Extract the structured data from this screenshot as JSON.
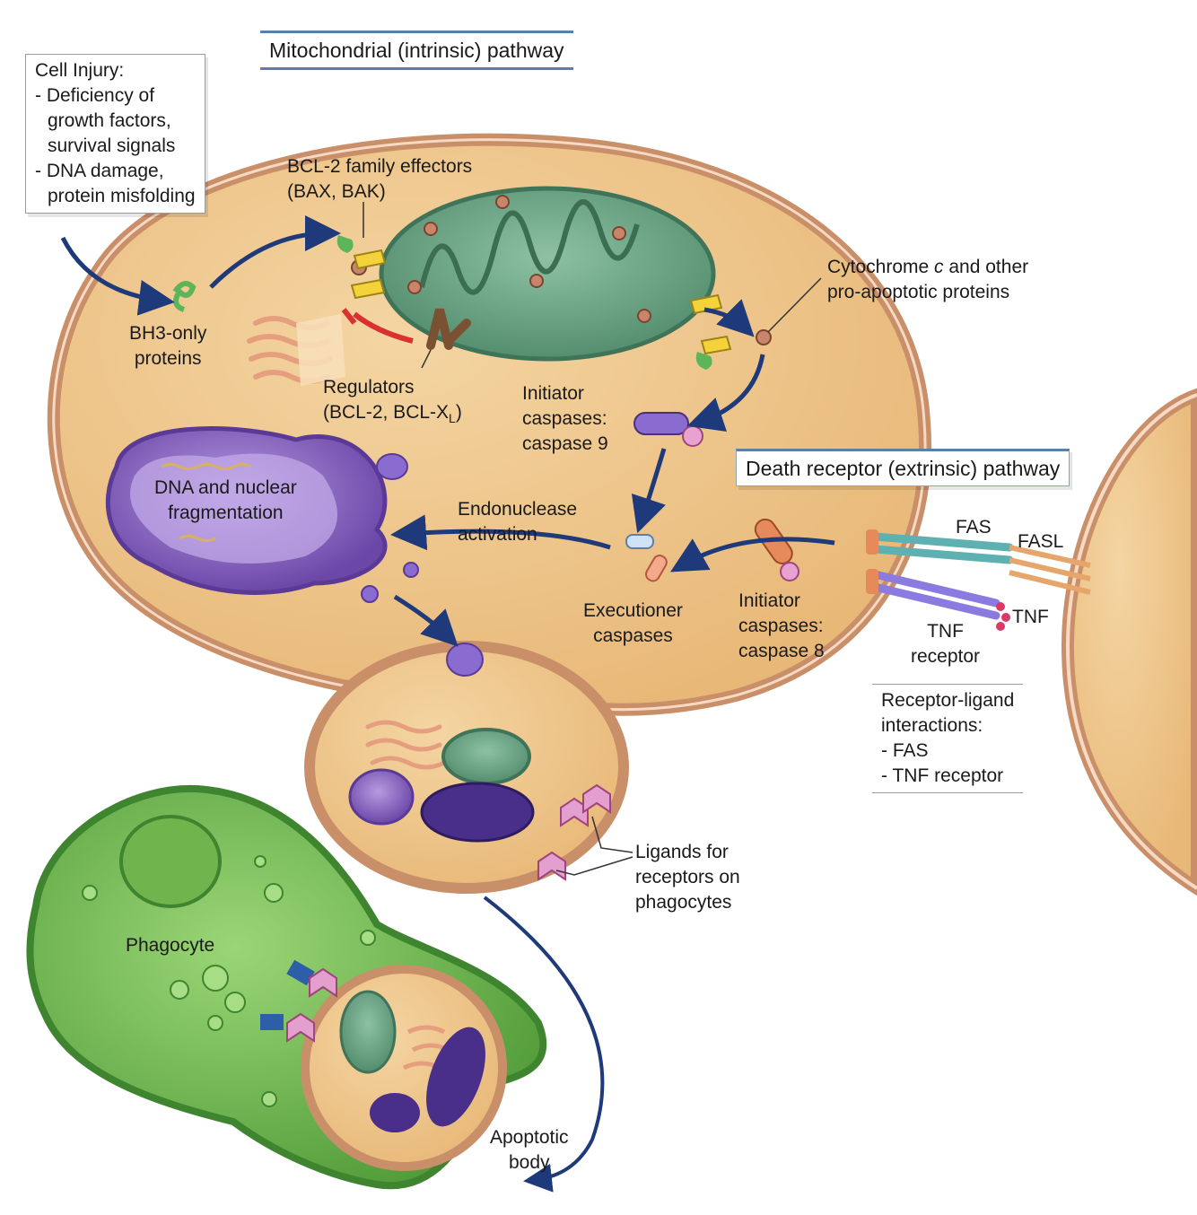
{
  "titles": {
    "intrinsic": "Mitochondrial (intrinsic) pathway",
    "extrinsic": "Death receptor (extrinsic) pathway"
  },
  "cell_injury": {
    "heading": "Cell Injury:",
    "line1": "- Deficiency of",
    "line2": "growth factors,",
    "line3": "survival signals",
    "line4": "- DNA damage,",
    "line5": "protein misfolding"
  },
  "bcl2_effectors": {
    "line1": "BCL-2 family effectors",
    "line2": "(BAX, BAK)"
  },
  "bh3": {
    "line1": "BH3-only",
    "line2": "proteins"
  },
  "regulators": {
    "line1": "Regulators",
    "line2a": "(BCL-2, BCL-X",
    "sub": "L",
    "line2b": ")"
  },
  "cytochrome": {
    "line1a": "Cytochrome ",
    "line1i": "c",
    "line1b": " and other",
    "line2": "pro-apoptotic proteins"
  },
  "caspase9": {
    "line1": "Initiator",
    "line2": "caspases:",
    "line3": "caspase 9"
  },
  "dna": {
    "line1": "DNA and nuclear",
    "line2": "fragmentation"
  },
  "endonuclease": {
    "line1": "Endonuclease",
    "line2": "activation"
  },
  "executioner": {
    "line1": "Executioner",
    "line2": "caspases"
  },
  "caspase8": {
    "line1": "Initiator",
    "line2": "caspases:",
    "line3": "caspase 8"
  },
  "receptors": {
    "fas": "FAS",
    "fasl": "FASL",
    "tnf_receptor_1": "TNF",
    "tnf_receptor_2": "receptor",
    "tnf": "TNF"
  },
  "receptor_ligand": {
    "line1": "Receptor-ligand",
    "line2": "interactions:",
    "line3": "- FAS",
    "line4": "- TNF receptor"
  },
  "ligands": {
    "line1": "Ligands for",
    "line2": "receptors on",
    "line3": "phagocytes"
  },
  "phagocyte": "Phagocyte",
  "apoptotic_body": {
    "line1": "Apoptotic",
    "line2": "body"
  },
  "colors": {
    "cell": "#f0c98c",
    "cell_edge": "#c98f68",
    "mitochondrion": "#6a9f82",
    "nucleus": "#7c5cb0",
    "phagocyte": "#7cc35a",
    "arrow": "#1f3a7a",
    "inhibit": "#d93030"
  }
}
